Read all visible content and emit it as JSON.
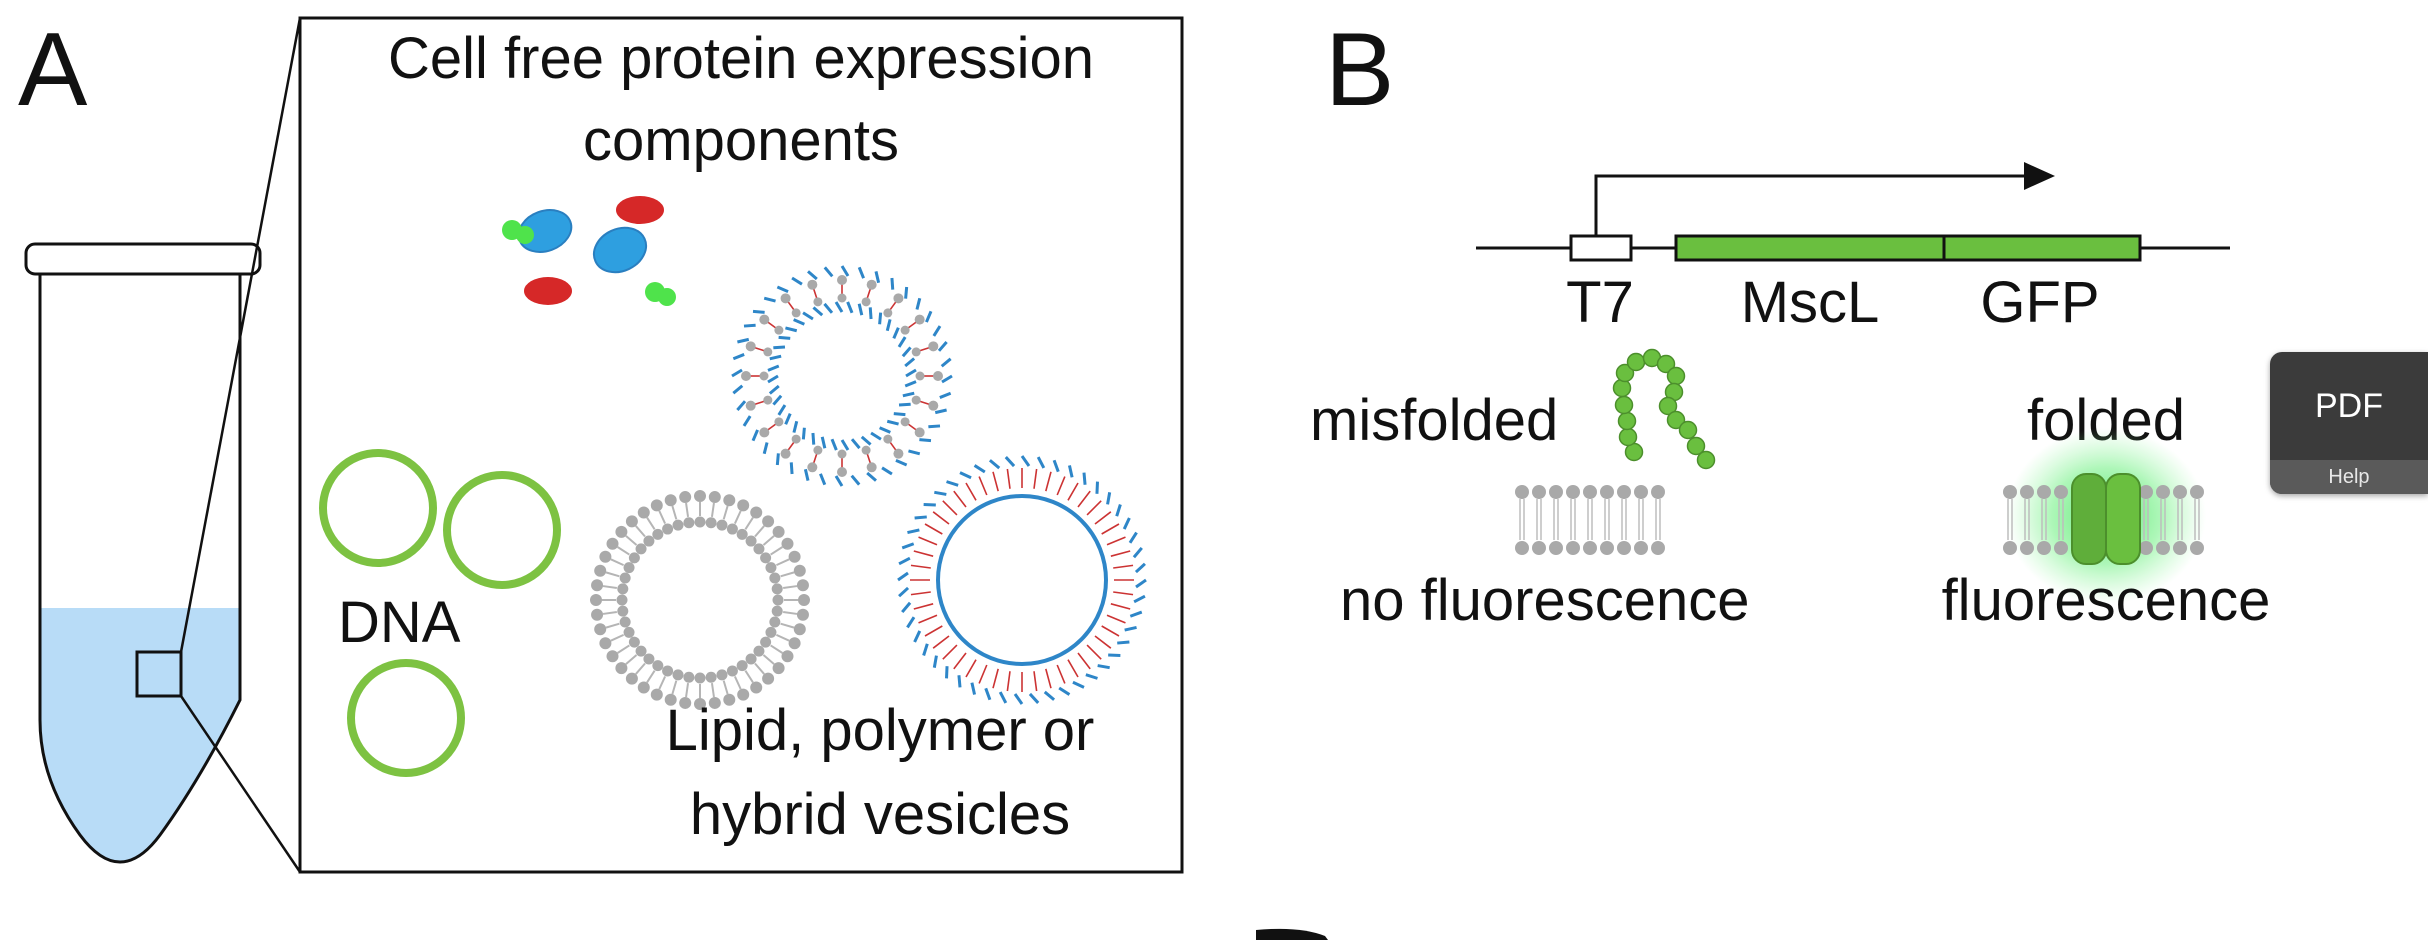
{
  "panel_a": {
    "letter": "A",
    "title_line1": "Cell free protein expression",
    "title_line2": "components",
    "dna_label": "DNA",
    "vesicle_line1": "Lipid, polymer or",
    "vesicle_line2": "hybrid vesicles"
  },
  "panel_b": {
    "letter": "B",
    "gene_t7": "T7",
    "gene_mscl": "MscL",
    "gene_gfp": "GFP",
    "state_misfolded": "misfolded",
    "state_folded": "folded",
    "result_none": "no fluorescence",
    "result_fluor": "fluorescence"
  },
  "pdf_widget": {
    "label": "PDF",
    "help": "Help"
  },
  "colors": {
    "gfp_green": "#6abf3f",
    "ring_green": "#7dc242",
    "liquid_blue": "#b8dcf7",
    "polymer_blue": "#2e86c8",
    "lipid_gray": "#a9a9a9",
    "red_component": "#d62828"
  }
}
